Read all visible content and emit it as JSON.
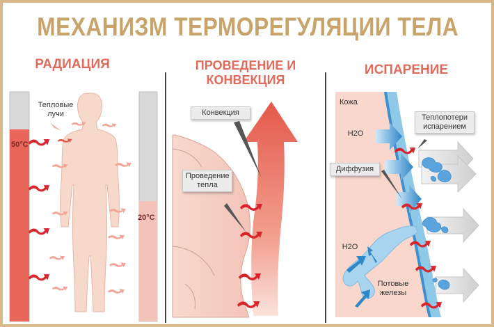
{
  "title": "МЕХАНИЗМ ТЕРМОРЕГУЛЯЦИИ ТЕЛА",
  "sections": {
    "radiation": {
      "title": "РАДИАЦИЯ",
      "heat_rays_label": "Тепловые лучи",
      "temp_high": "50°C",
      "temp_low": "20°C"
    },
    "conduction": {
      "title": "ПРОВЕДЕНИЕ И КОНВЕКЦИЯ",
      "convection_label": "Конвекция",
      "conduction_label": "Проведение тепла"
    },
    "evaporation": {
      "title": "ИСПАРЕНИЕ",
      "skin_label": "Кожа",
      "h2o_top": "H2O",
      "h2o_bottom": "H2O",
      "diffusion_label": "Диффузия",
      "evap_loss_label": "Теплопотери испарением",
      "sweat_glands_label": "Потовые железы"
    }
  },
  "colors": {
    "title": "#c9a46a",
    "section_title": "#e06b5c",
    "hot": "#e8665a",
    "cool": "#f3c2b8",
    "body": "#f7d9cc",
    "skin_band": "#8fc9e8",
    "water": "#5ba3dc",
    "arrow_red": "#d8252b",
    "arrow_grey": "#d6d6d6",
    "frame": "#d9b88a"
  }
}
